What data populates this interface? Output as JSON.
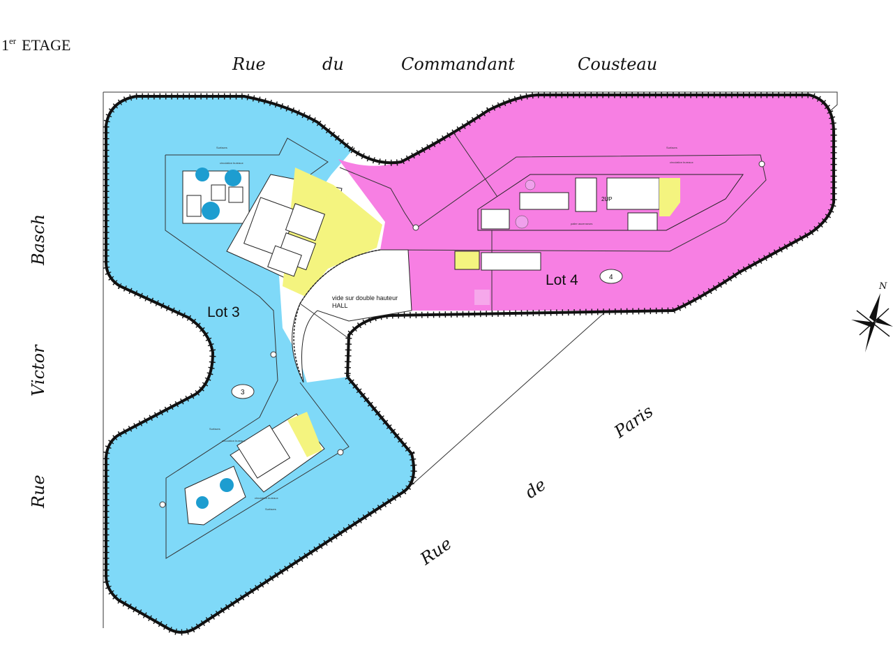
{
  "title": {
    "floor_num": "1",
    "floor_sup": "er",
    "floor_word": "ETAGE"
  },
  "streets": {
    "north": [
      "Rue",
      "du",
      "Commandant",
      "Cousteau"
    ],
    "west": [
      "Rue",
      "Victor",
      "Basch"
    ],
    "south": [
      "Rue",
      "de",
      "Paris"
    ]
  },
  "lots": {
    "lot3": {
      "label": "Lot 3",
      "badge": "3"
    },
    "lot4": {
      "label": "Lot 4",
      "badge": "4"
    }
  },
  "rooms": {
    "hall_line1": "vide sur double hauteur",
    "hall_line2": "HALL",
    "core_2up": "2UP"
  },
  "compass": {
    "north": "N"
  },
  "colors": {
    "lot3": "#7fd9f8",
    "lot4": "#f77fe3",
    "core": "#f4f47f"
  }
}
